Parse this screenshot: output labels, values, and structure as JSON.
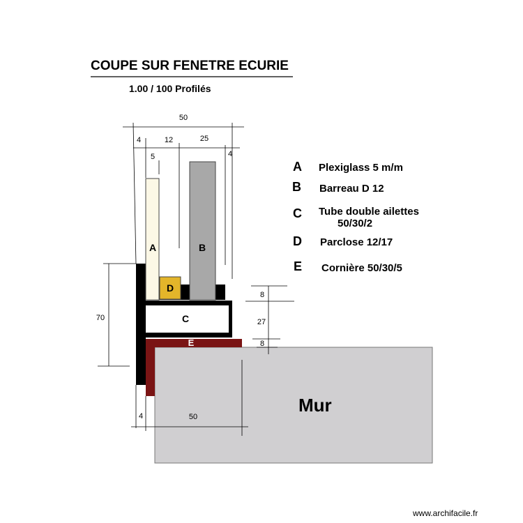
{
  "title": "COUPE SUR FENETRE ECURIE",
  "subtitle": "1.00 / 100   Profilés",
  "dimensions": {
    "top_total": "50",
    "top_4": "4",
    "top_12": "12",
    "top_25": "25",
    "top_5": "5",
    "top_4b": "4",
    "left_70": "70",
    "right_8a": "8",
    "right_27": "27",
    "right_8b": "8",
    "bottom_4": "4",
    "bottom_50": "50"
  },
  "parts": {
    "a": "A",
    "b": "B",
    "c": "C",
    "d": "D",
    "e": "E"
  },
  "legend": [
    {
      "letter": "A",
      "text": "Plexiglass 5 m/m"
    },
    {
      "letter": "B",
      "text": "Barreau D 12"
    },
    {
      "letter": "C",
      "text": "Tube double ailettes",
      "text2": "50/30/2"
    },
    {
      "letter": "D",
      "text": "Parclose 12/17"
    },
    {
      "letter": "E",
      "text": "Cornière 50/30/5"
    }
  ],
  "wall_label": "Mur",
  "credit": "www.archifacile.fr",
  "colors": {
    "plexiglass": "#fcf8e6",
    "barreau": "#a8a8a8",
    "parclose": "#e3b52a",
    "corniere": "#7a1414",
    "mur": "#d0cfd1",
    "profile": "#000000"
  }
}
